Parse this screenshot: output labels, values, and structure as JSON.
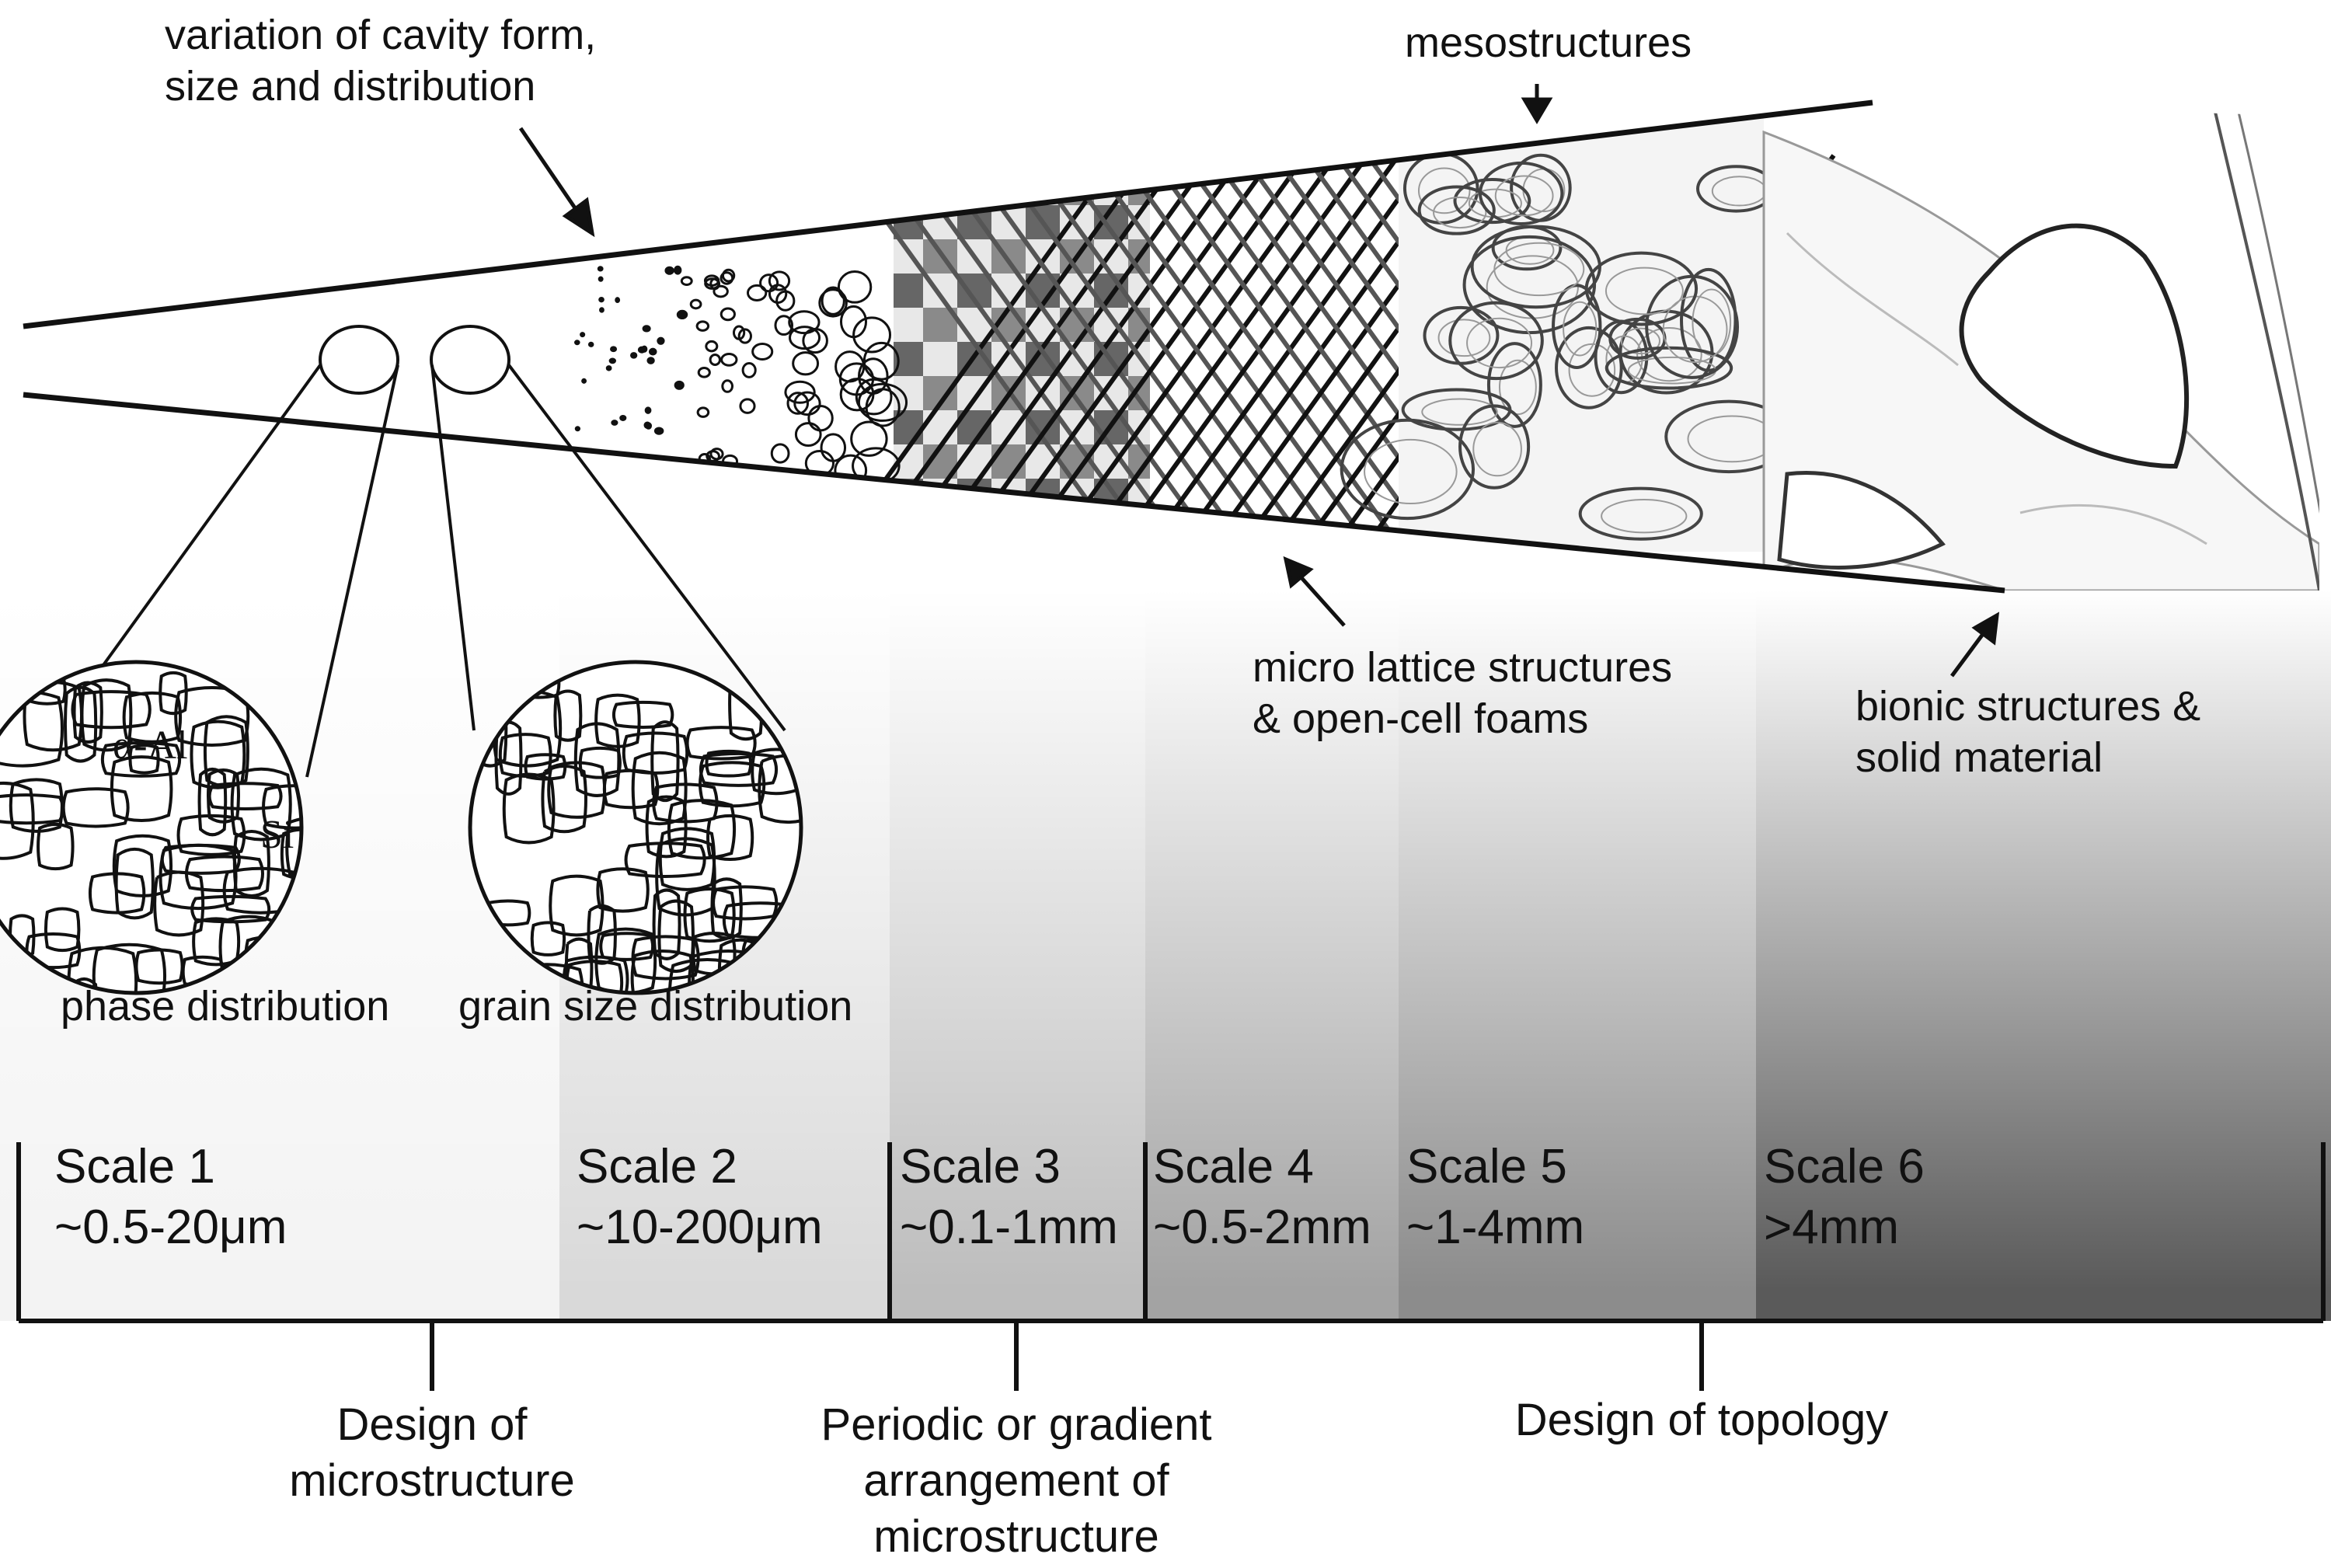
{
  "annotations": {
    "cavity_variation": [
      "variation of cavity form,",
      "size and distribution"
    ],
    "mesostructures": "mesostructures",
    "micro_lattice": [
      "micro lattice structures",
      "& open-cell foams"
    ],
    "bionic": [
      "bionic structures &",
      "solid material"
    ],
    "phase_distribution": "phase distribution",
    "grain_size_distribution": "grain size distribution",
    "alpha_al": "α-Al",
    "si": "Si"
  },
  "scales": [
    {
      "name": "Scale 1",
      "range": "~0.5-20μm",
      "shade": "#f3f3f3"
    },
    {
      "name": "Scale 2",
      "range": "~10-200μm",
      "shade": "#d9d9d9"
    },
    {
      "name": "Scale 3",
      "range": "~0.1-1mm",
      "shade": "#bdbdbd"
    },
    {
      "name": "Scale 4",
      "range": "~0.5-2mm",
      "shade": "#a3a3a3"
    },
    {
      "name": "Scale 5",
      "range": "~1-4mm",
      "shade": "#8c8c8c"
    },
    {
      "name": "Scale 6",
      "range": ">4mm",
      "shade": "#5a5a5a"
    }
  ],
  "design_groups": [
    {
      "lines": [
        "Design of",
        "microstructure"
      ]
    },
    {
      "lines": [
        "Periodic or gradient",
        "arrangement of",
        "microstructure"
      ]
    },
    {
      "lines": [
        "Design of topology"
      ]
    }
  ]
}
